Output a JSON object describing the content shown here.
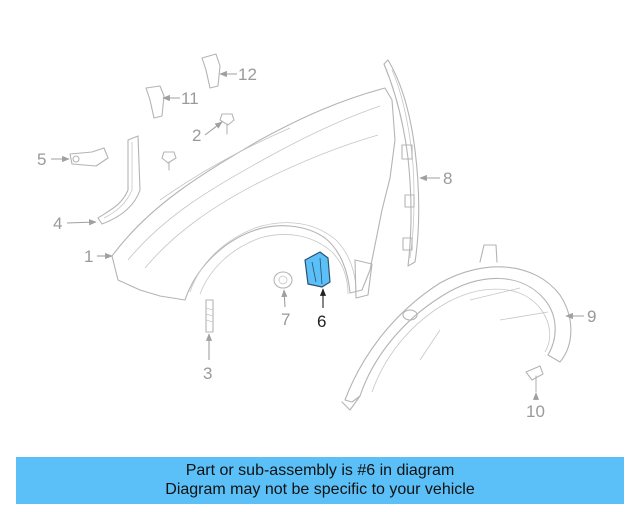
{
  "diagram": {
    "highlight_color": "#5bc0f8",
    "highlighted_part": "6",
    "callouts": {
      "c1": "1",
      "c2": "2",
      "c3": "3",
      "c4": "4",
      "c5": "5",
      "c6": "6",
      "c7": "7",
      "c8": "8",
      "c9": "9",
      "c10": "10",
      "c11": "11",
      "c12": "12"
    }
  },
  "banner": {
    "line1": "Part or sub-assembly is #6 in diagram",
    "line2": "Diagram may not be specific to your vehicle",
    "color": "#5bc0f8"
  }
}
